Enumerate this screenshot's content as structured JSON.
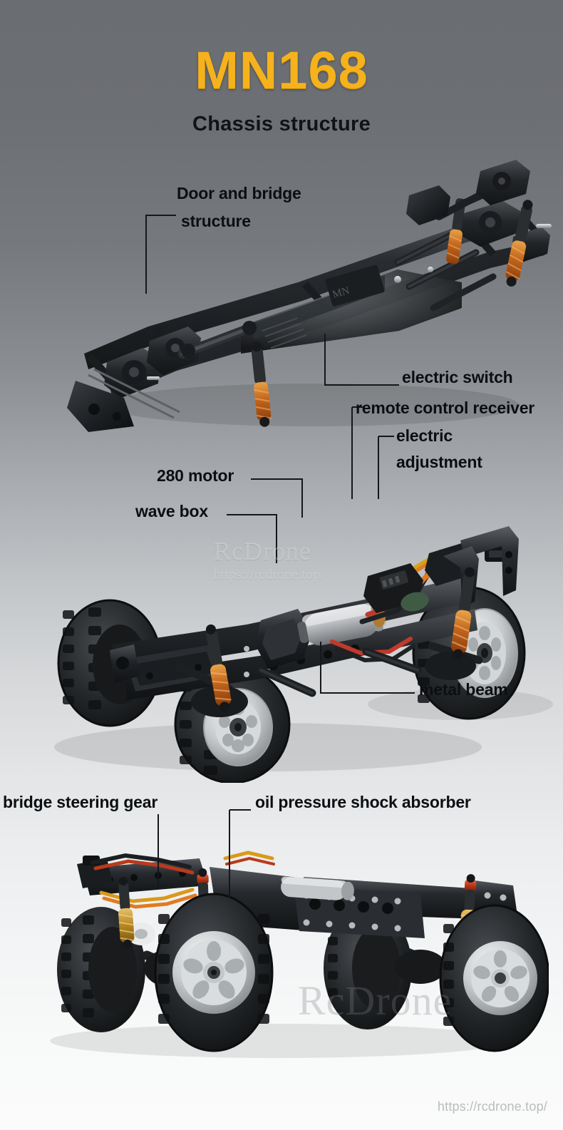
{
  "header": {
    "title": "MN168",
    "subtitle": "Chassis structure",
    "title_color": "#f5b21c",
    "subtitle_color": "#111417"
  },
  "callouts": {
    "door_bridge_line1": "Door and bridge",
    "door_bridge_line2": "structure",
    "electric_switch": "electric switch",
    "remote_control_receiver": "remote control receiver",
    "electric_line1": "electric",
    "electric_line2": "adjustment",
    "motor": "280 motor",
    "wave_box": "wave box",
    "metal_beam": "metal beam",
    "bridge_steering_gear": "bridge steering gear",
    "oil_shock": "oil pressure shock absorber"
  },
  "photos": {
    "top_alt": "rc-chassis-top-angle-view",
    "mid_alt": "rc-chassis-three-quarter-view-with-wheels",
    "bottom_alt": "rc-chassis-front-view-with-wheels"
  },
  "watermark": {
    "brand": "RcDrone",
    "url": "https://rcdrone.top/",
    "big_brand": "RcDrone"
  },
  "footer": {
    "url": "https://rcdrone.top/"
  },
  "palette": {
    "accent": "#f5b21c",
    "text": "#0c0f12",
    "bg_top": "#6a6d72",
    "bg_bottom": "#fbfbfb",
    "shock_orange": "#c86a1e",
    "wheel_silver": "#cfd2d4",
    "tire_black": "#26282a"
  }
}
